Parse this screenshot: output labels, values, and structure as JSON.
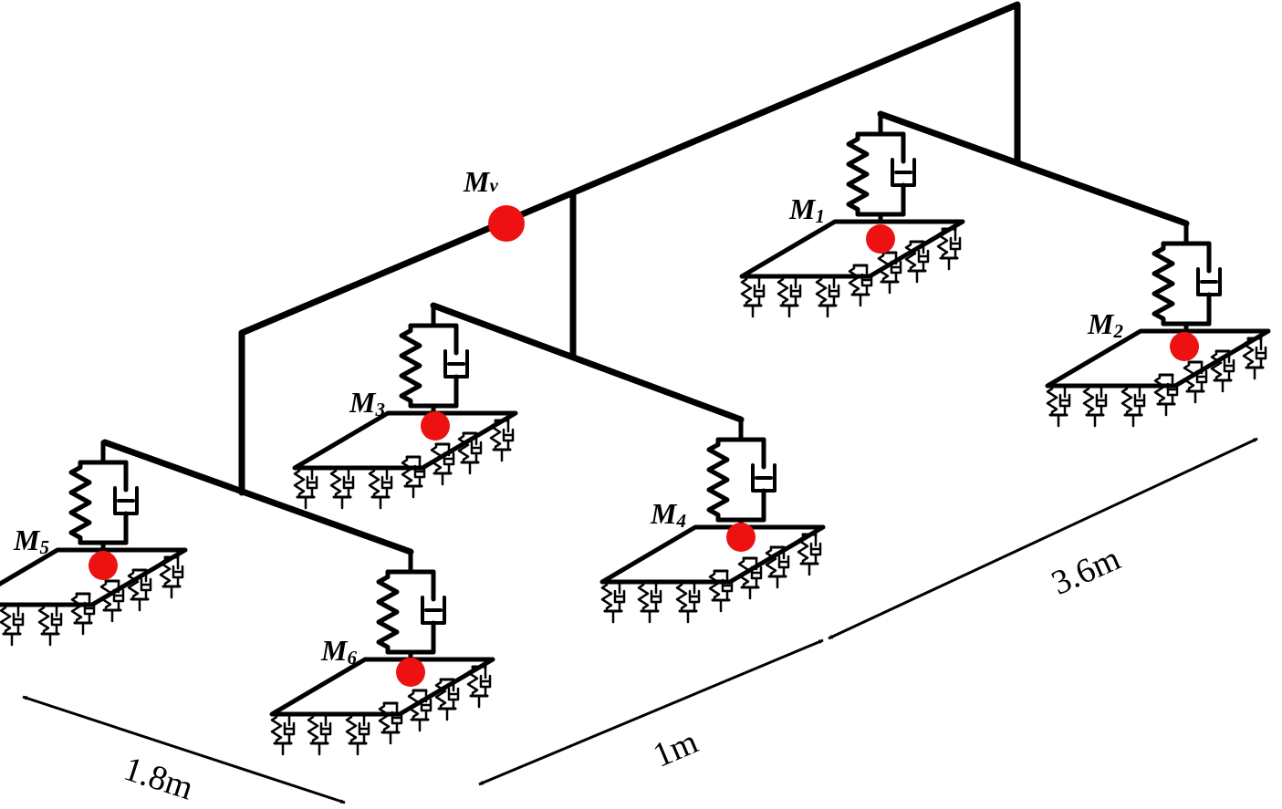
{
  "colors": {
    "line": "#000000",
    "mass": "#ee1111",
    "background": "#ffffff"
  },
  "masses": {
    "mv": {
      "base": "M",
      "sub": "v"
    },
    "m1": {
      "base": "M",
      "sub": "1"
    },
    "m2": {
      "base": "M",
      "sub": "2"
    },
    "m3": {
      "base": "M",
      "sub": "3"
    },
    "m4": {
      "base": "M",
      "sub": "4"
    },
    "m5": {
      "base": "M",
      "sub": "5"
    },
    "m6": {
      "base": "M",
      "sub": "6"
    }
  },
  "dimensions": {
    "d1": "1.8m",
    "d2": "1m",
    "d3": "3.6m"
  }
}
